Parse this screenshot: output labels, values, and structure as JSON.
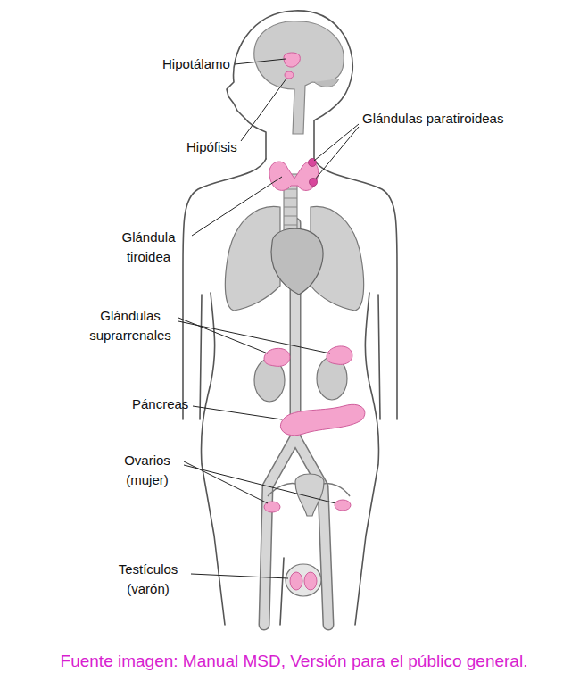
{
  "diagram": {
    "caption": "Fuente imagen: Manual MSD, Versión para el público general.",
    "labels": [
      "Hipotálamo",
      "Glándulas paratiroideas",
      "Hipófisis",
      "Glándula tiroidea",
      "Glándulas suprarrenales",
      "Páncreas",
      "Ovarios (mujer)",
      "Testículos (varón)"
    ]
  }
}
